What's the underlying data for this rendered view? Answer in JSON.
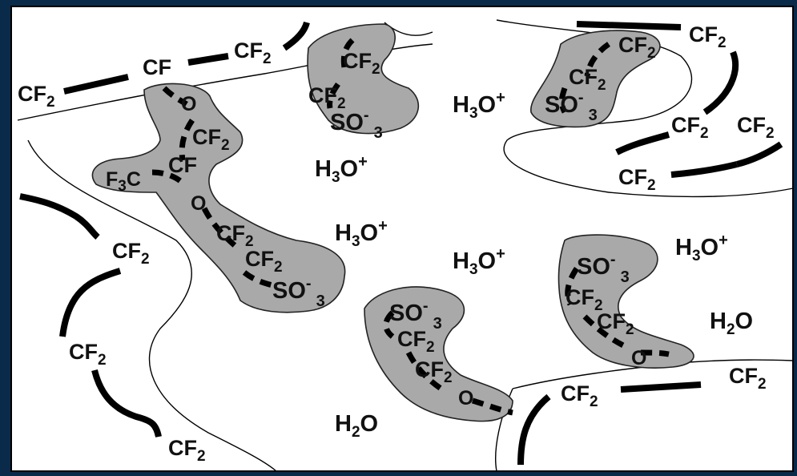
{
  "labels": {
    "cf2": "CF",
    "cf": "CF",
    "o": "O",
    "f3c_pre": "F",
    "f3c_post": "C",
    "so3": "SO",
    "h3o": "H",
    "h3o_o": "O",
    "h2o": "H",
    "h2o_o": "O",
    "sub2": "2",
    "sub3": "3",
    "plus": "+",
    "minus": "-"
  },
  "colors": {
    "frame": "#0a2a4a",
    "background": "#ffffff",
    "cluster_fill": "#a9a9a9",
    "ink": "#111111"
  }
}
